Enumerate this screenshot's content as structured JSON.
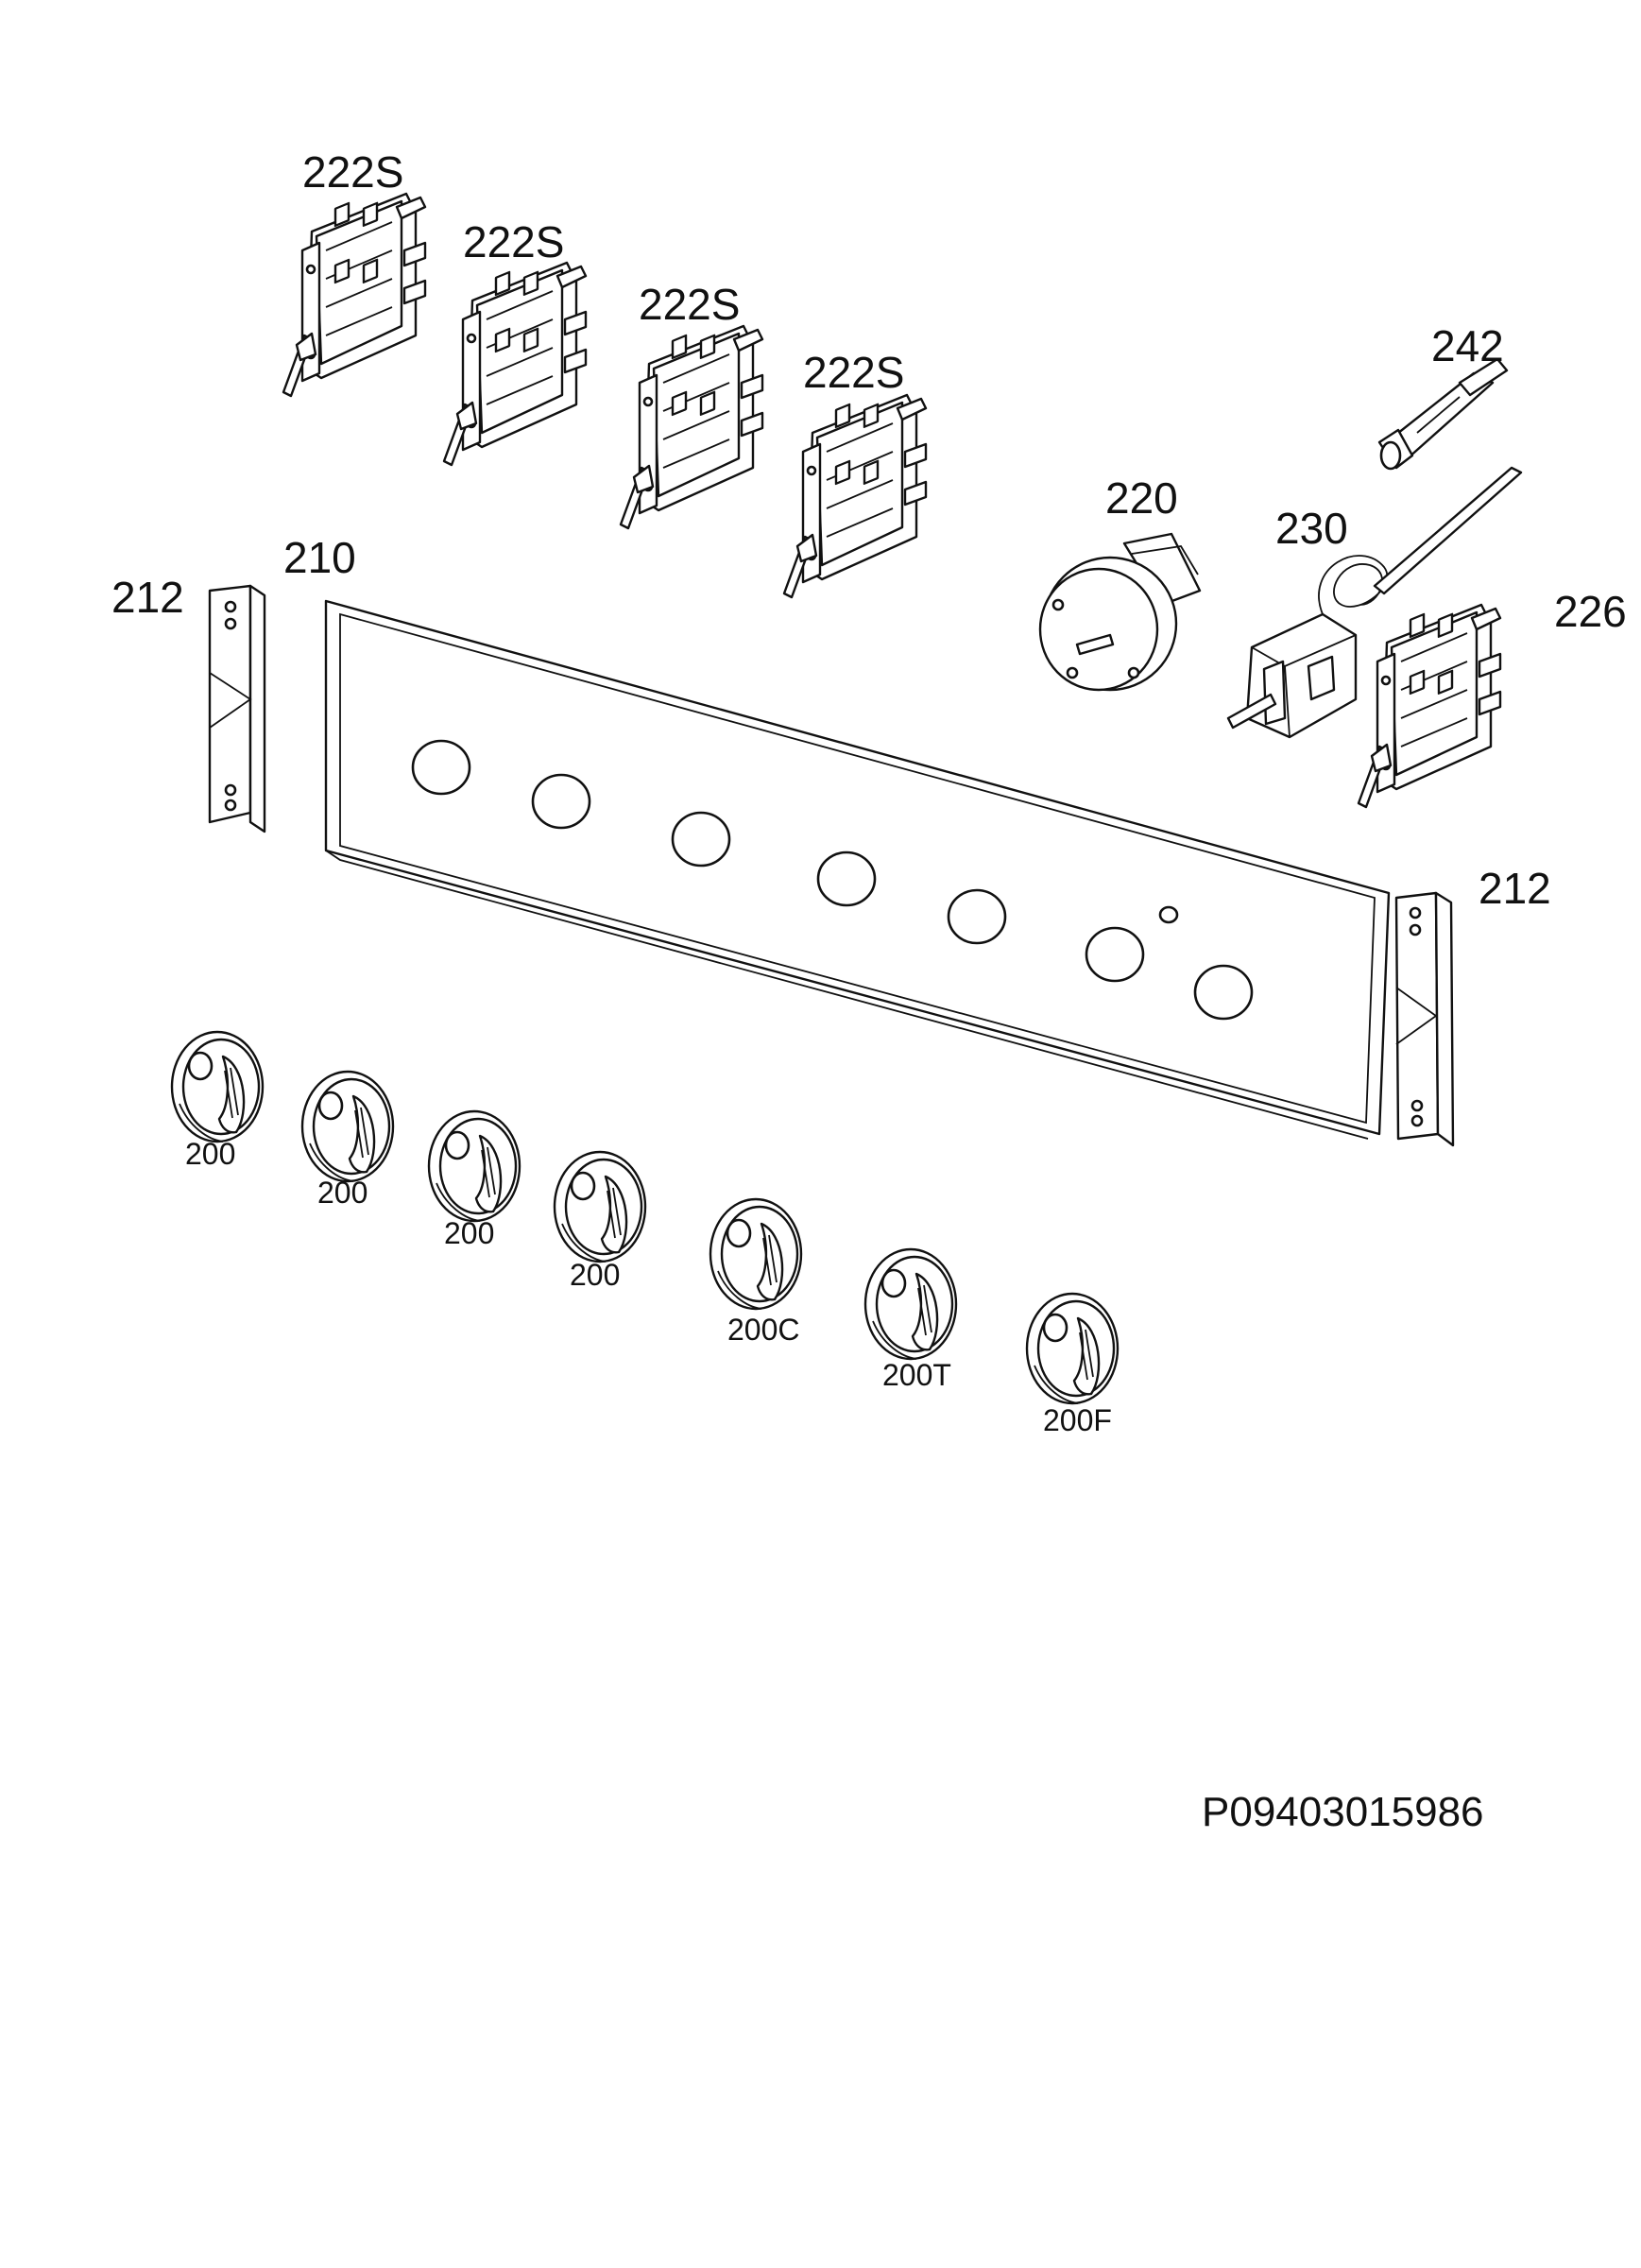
{
  "colors": {
    "line": "#111111",
    "background": "#ffffff"
  },
  "labels": {
    "switch_1": "222S",
    "switch_2": "222S",
    "switch_3": "222S",
    "switch_4": "222S",
    "sensor": "242",
    "timer": "220",
    "thermostat": "230",
    "switch_right": "226",
    "panel": "210",
    "bracket_left": "212",
    "bracket_right": "212",
    "knob_1": "200",
    "knob_2": "200",
    "knob_3": "200",
    "knob_4": "200",
    "knob_5": "200C",
    "knob_6": "200T",
    "knob_7": "200F"
  },
  "drawing_code": "P09403015986"
}
